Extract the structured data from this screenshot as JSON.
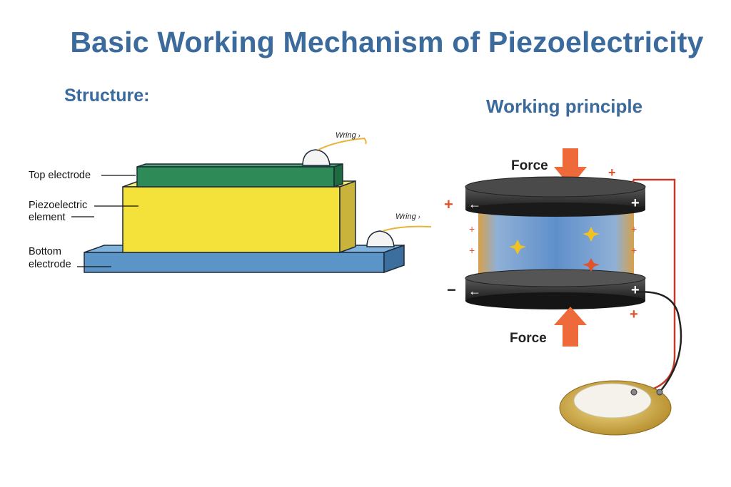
{
  "title": "Basic Working Mechanism of Piezoelectricity",
  "structure": {
    "heading": "Structure:",
    "labels": {
      "top_electrode": "Top electrode",
      "piezo_line1": "Piezoelectric",
      "piezo_line2": "element",
      "bottom_line1": "Bottom",
      "bottom_line2": "electrode"
    },
    "wiring_top": "Wring",
    "wiring_bottom": "Wring"
  },
  "principle": {
    "heading": "Working principle",
    "force_top": "Force",
    "force_bottom": "Force",
    "plus": "+",
    "minus": "−",
    "arrow_left": "←"
  },
  "colors": {
    "accent": "#3b6a9c",
    "electrode_green": "#2e8b57",
    "piezo_yellow": "#f4e23a",
    "electrode_blue": "#5b95c8",
    "force_arrow": "#ef6a3a",
    "charge_red": "#e2532c"
  }
}
